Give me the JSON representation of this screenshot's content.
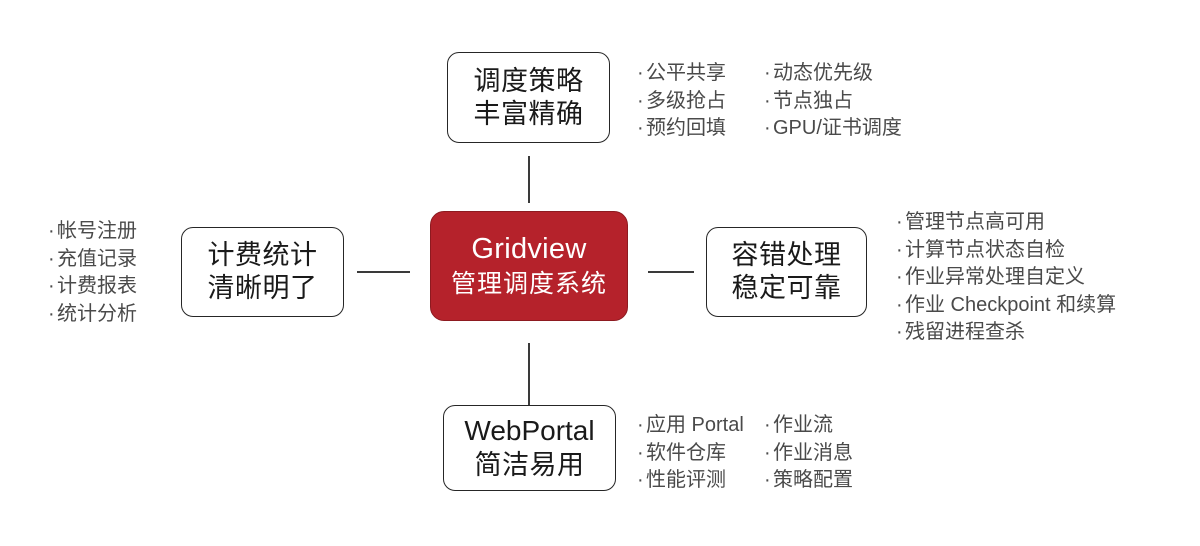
{
  "diagram": {
    "title_center": {
      "line1": "Gridview",
      "line2": "管理调度系统",
      "accent_color": "#b5222b",
      "text_color": "#ffffff"
    },
    "nodes": {
      "scheduling": {
        "line1": "调度策略",
        "line2": "丰富精确"
      },
      "billing": {
        "line1": "计费统计",
        "line2": "清晰明了"
      },
      "fault": {
        "line1": "容错处理",
        "line2": "稳定可靠"
      },
      "portal": {
        "line1": "WebPortal",
        "line2": "简洁易用"
      }
    },
    "bullet_groups": {
      "scheduling_col1": [
        "公平共享",
        "多级抢占",
        "预约回填"
      ],
      "scheduling_col2": [
        "动态优先级",
        "节点独占",
        "GPU/证书调度"
      ],
      "billing": [
        "帐号注册",
        "充值记录",
        "计费报表",
        "统计分析"
      ],
      "fault": [
        "管理节点高可用",
        "计算节点状态自检",
        "作业异常处理自定义",
        "作业 Checkpoint 和续算",
        "残留进程查杀"
      ],
      "portal_col1": [
        "应用 Portal",
        "软件仓库",
        "性能评测"
      ],
      "portal_col2": [
        "作业流",
        "作业消息",
        "策略配置"
      ]
    },
    "bullet_marker": "·",
    "colors": {
      "box_border": "#262626",
      "bullet_text": "#4a4a4a",
      "connector": "#3a3a3a",
      "background": "#ffffff"
    }
  }
}
